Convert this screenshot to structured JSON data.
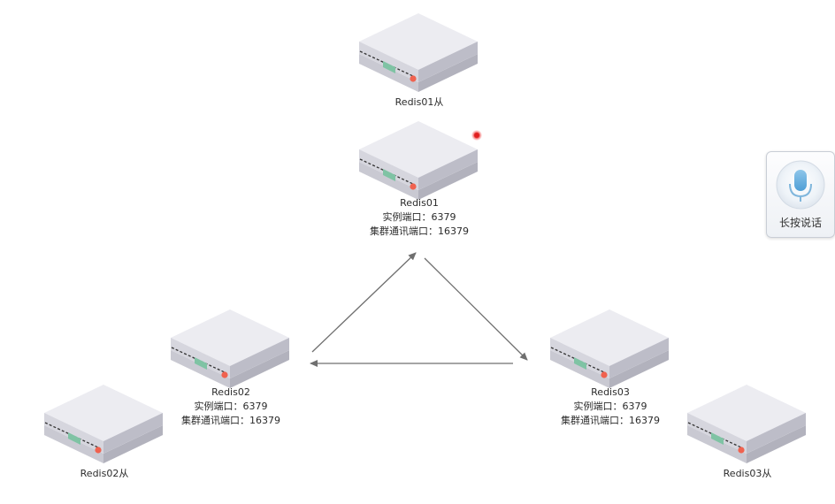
{
  "nodes": {
    "redis01_slave": {
      "name": "Redis01从"
    },
    "redis01": {
      "name": "Redis01",
      "instance_port": "实例端口：6379",
      "cluster_port": "集群通讯端口：16379"
    },
    "redis02": {
      "name": "Redis02",
      "instance_port": "实例端口：6379",
      "cluster_port": "集群通讯端口：16379"
    },
    "redis03": {
      "name": "Redis03",
      "instance_port": "实例端口：6379",
      "cluster_port": "集群通讯端口：16379"
    },
    "redis02_slave": {
      "name": "Redis02从"
    },
    "redis03_slave": {
      "name": "Redis03从"
    }
  },
  "edges": [
    {
      "from": "Redis02",
      "to": "Redis01"
    },
    {
      "from": "Redis01",
      "to": "Redis03"
    },
    {
      "from": "Redis03",
      "to": "Redis02"
    }
  ],
  "voice_button": {
    "label": "长按说话",
    "icon": "microphone-icon"
  },
  "colors": {
    "edge": "#6f6f6f",
    "led": "#f0624f",
    "panel": "#7fc3a4",
    "server_top": "#eeeef3"
  }
}
